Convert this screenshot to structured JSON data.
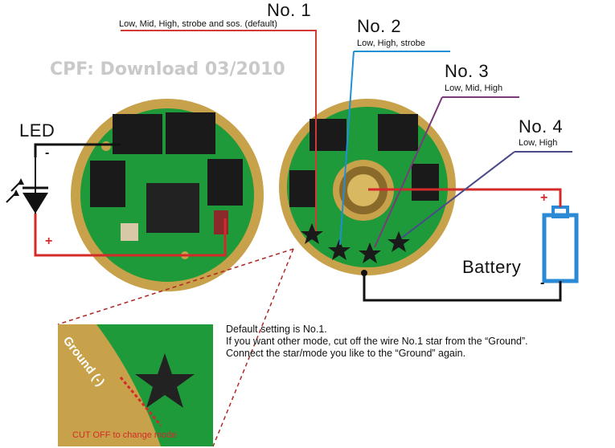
{
  "watermark": "CPF: Download 03/2010",
  "labels": {
    "led": "LED",
    "battery": "Battery",
    "plus": "+",
    "minus": "-"
  },
  "modes": [
    {
      "title": "No. 1",
      "desc": "Low, Mid, High, strobe and sos. (default)",
      "color": "#d23a3a"
    },
    {
      "title": "No. 2",
      "desc": "Low, High, strobe",
      "color": "#1f8fd8"
    },
    {
      "title": "No. 3",
      "desc": "Low, Mid, High",
      "color": "#7a3a78"
    },
    {
      "title": "No. 4",
      "desc": "Low, High",
      "color": "#4a4a8a"
    }
  ],
  "instructions": [
    "Default setting is No.1.",
    "If you want other mode, cut off the wire No.1 star from the “Ground”.",
    "Connect the star/mode you like to the “Ground” again."
  ],
  "inset": {
    "ground_label": "Ground (-)",
    "cutoff_label": "CUT OFF to change mode"
  },
  "colors": {
    "wire_red": "#d42a2a",
    "wire_black": "#111111",
    "pcb_green": "#1e9a3a",
    "pcb_gold": "#c8a24a",
    "battery_blue": "#2a8ad6"
  }
}
